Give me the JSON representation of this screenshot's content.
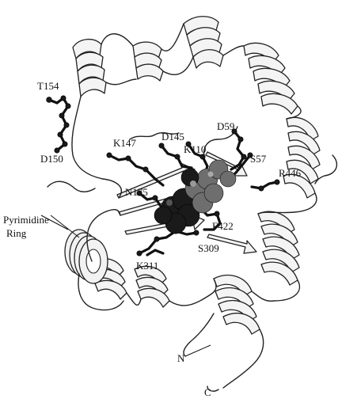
{
  "figure": {
    "labels": {
      "t154": "T154",
      "d150": "D150",
      "k147": "K147",
      "d145": "D145",
      "d59": "D59",
      "k110": "K110",
      "s57": "S57",
      "r446": "R446",
      "n175": "N175",
      "pyrimidine_line1": "Pyrimidine",
      "pyrimidine_line2": "Ring",
      "f422": "F422",
      "s309": "S309",
      "k311": "K311",
      "n_terminus": "N",
      "c_terminus": "C"
    },
    "colors": {
      "background": "#ffffff",
      "ribbon_fill": "#f4f4f4",
      "outline": "#222222",
      "ligand_dark": "#1a1a1a",
      "ligand_grey": "#6e6e6e"
    }
  }
}
